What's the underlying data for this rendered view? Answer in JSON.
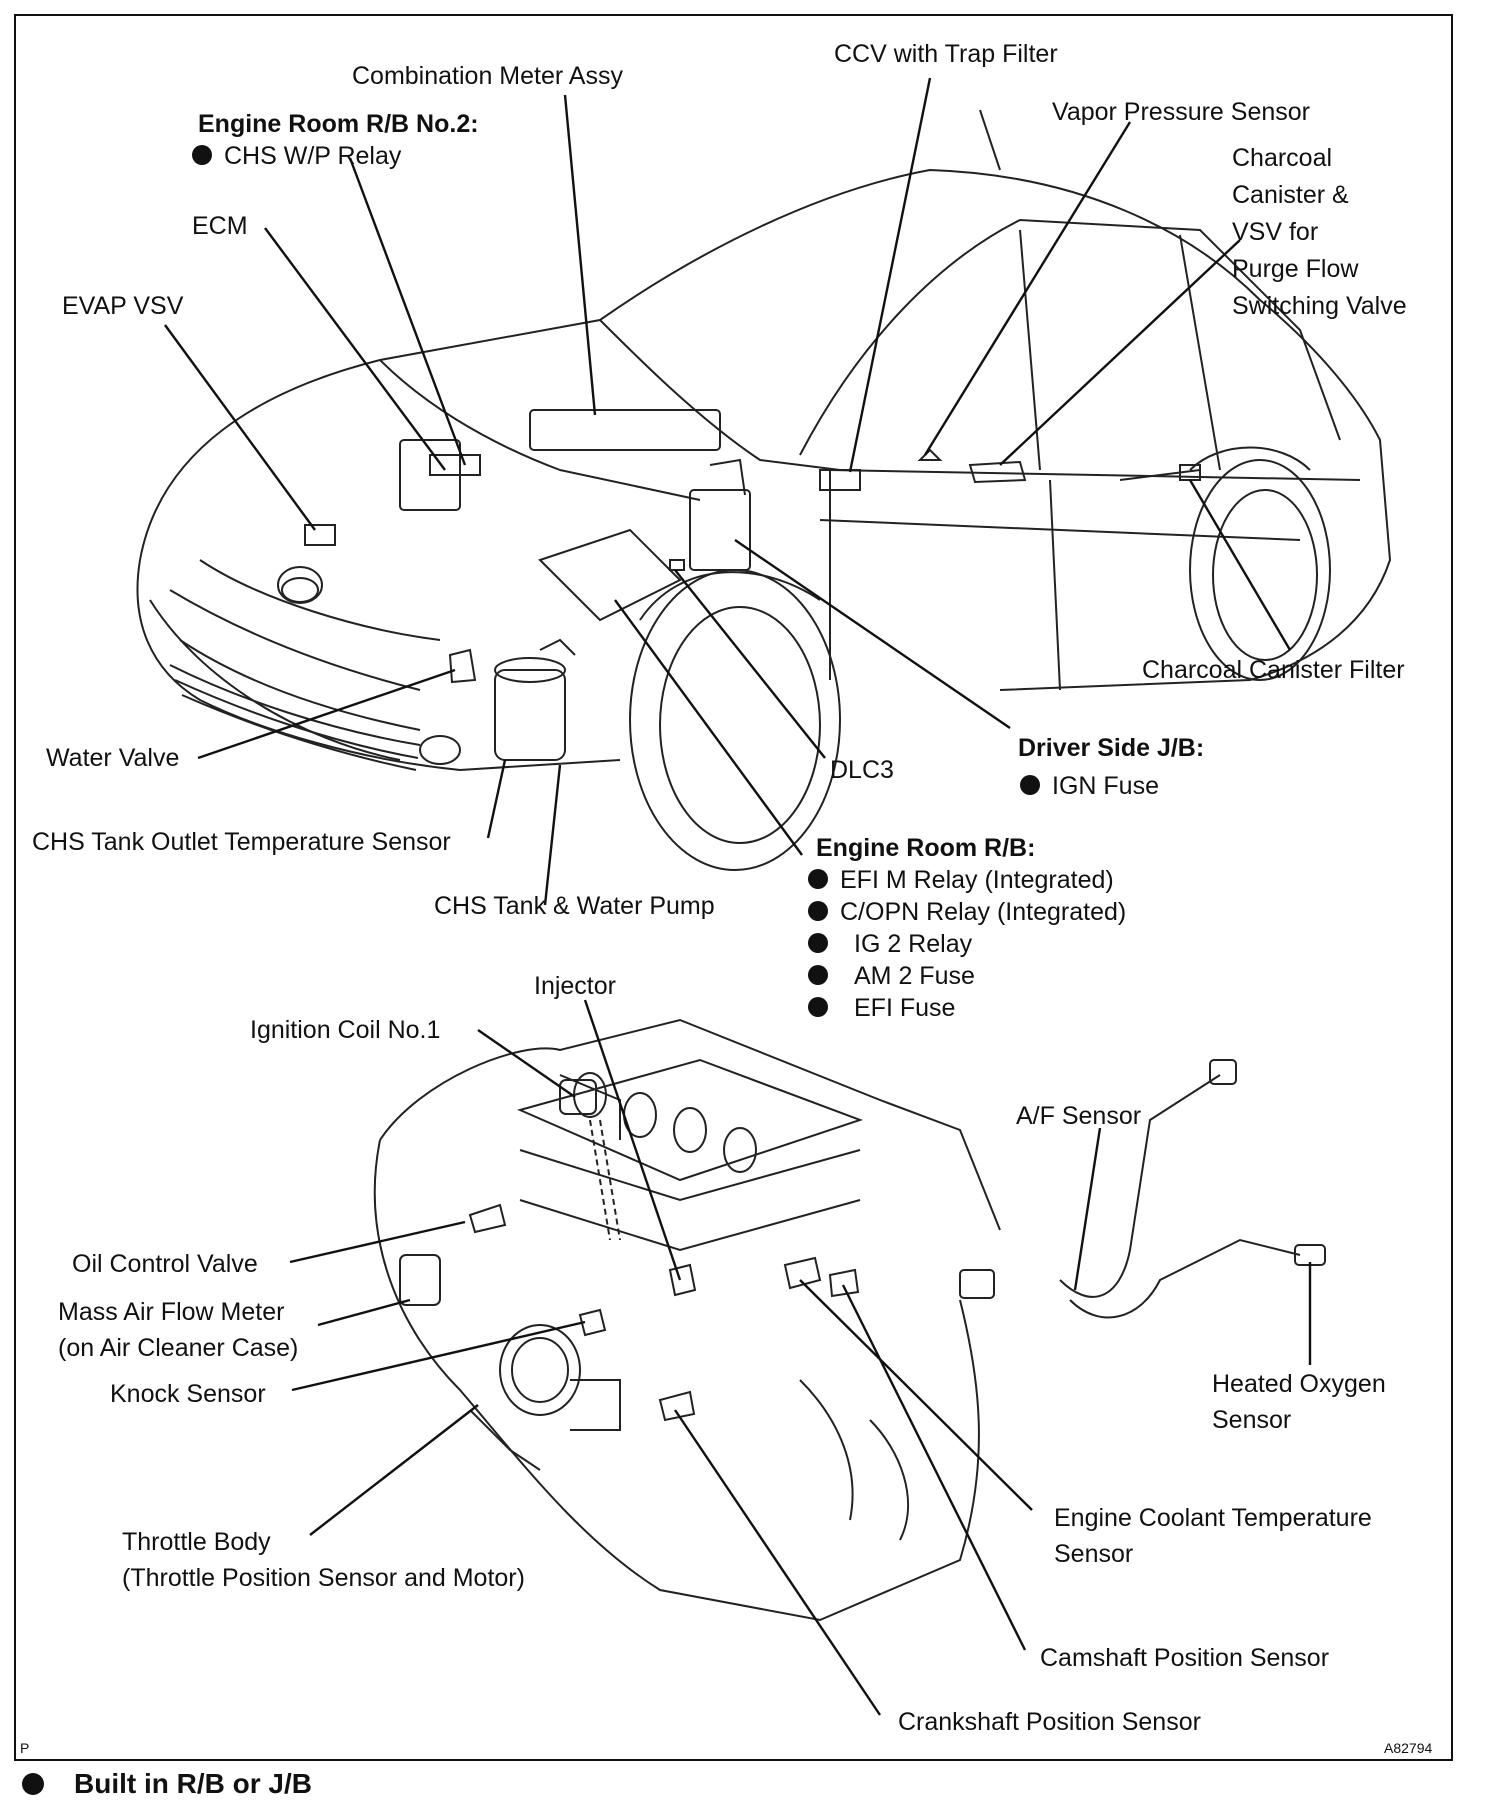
{
  "labels": {
    "combination_meter": "Combination Meter Assy",
    "ccv_trap_filter": "CCV with Trap Filter",
    "engine_room_rb2_title": "Engine Room R/B No.2:",
    "chs_wp_relay": "CHS W/P Relay",
    "vapor_pressure_sensor": "Vapor Pressure Sensor",
    "charcoal_canister_lines": [
      "Charcoal",
      "Canister &",
      "VSV for",
      "Purge Flow",
      "Switching Valve"
    ],
    "ecm": "ECM",
    "evap_vsv": "EVAP VSV",
    "charcoal_canister_filter": "Charcoal Canister Filter",
    "driver_side_jb_title": "Driver Side J/B:",
    "ign_fuse": "IGN Fuse",
    "water_valve": "Water Valve",
    "dlc3": "DLC3",
    "chs_tank_outlet_temp": "CHS Tank Outlet Temperature Sensor",
    "engine_room_rb_title": "Engine Room R/B:",
    "engine_room_rb_items": [
      "EFI M Relay (Integrated)",
      "C/OPN Relay (Integrated)",
      "IG 2 Relay",
      "AM 2 Fuse",
      "EFI Fuse"
    ],
    "chs_tank_water_pump": "CHS Tank & Water Pump",
    "injector": "Injector",
    "ignition_coil": "Ignition Coil No.1",
    "af_sensor": "A/F Sensor",
    "oil_control_valve": "Oil Control Valve",
    "mass_air_flow_lines": [
      "Mass Air Flow Meter",
      "(on Air Cleaner Case)"
    ],
    "knock_sensor": "Knock Sensor",
    "heated_oxygen_lines": [
      "Heated Oxygen",
      "Sensor"
    ],
    "throttle_body_lines": [
      "Throttle Body",
      "(Throttle Position Sensor and Motor)"
    ],
    "engine_coolant_lines": [
      "Engine Coolant Temperature",
      "Sensor"
    ],
    "camshaft_position_sensor": "Camshaft Position Sensor",
    "crankshaft_position_sensor": "Crankshaft Position Sensor"
  },
  "corner": {
    "page_mark": "P",
    "figure_code": "A82794"
  },
  "footer": {
    "legend": "Built in R/B or J/B"
  }
}
